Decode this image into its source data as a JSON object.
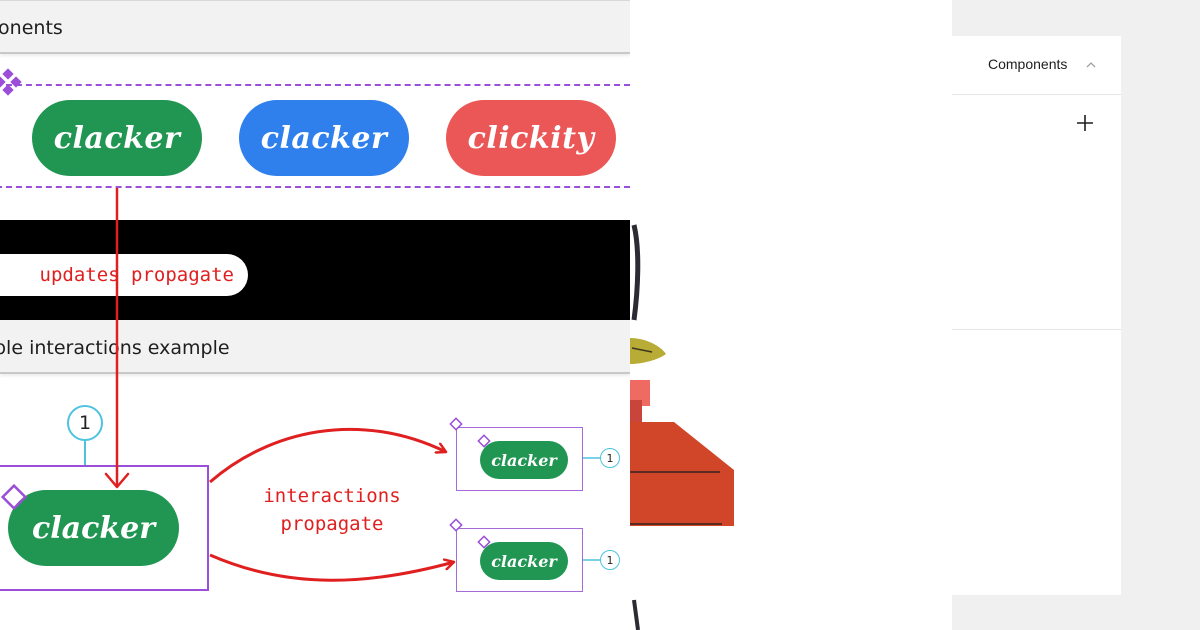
{
  "canvas": {
    "components_section": {
      "title": "ponents"
    },
    "variants": [
      {
        "label": "clacker",
        "color": "#219653"
      },
      {
        "label": "clacker",
        "color": "#2f80ed"
      },
      {
        "label": "clickity",
        "color": "#eb5757"
      }
    ],
    "updates_label": "updates propagate",
    "interactions_section": {
      "title": "ble interactions example"
    },
    "main_instance": {
      "label": "clacker",
      "badge": "1"
    },
    "interactions_label_line1": "interactions",
    "interactions_label_line2": "propagate",
    "instances": [
      {
        "label": "clacker",
        "badge": "1"
      },
      {
        "label": "clacker",
        "badge": "1"
      }
    ],
    "colors": {
      "component_frame": "#9b4fd9",
      "arrow": "#e02020",
      "badge_border": "#4ec3e0"
    }
  },
  "panel": {
    "title": "Components",
    "collapse_icon": "chevron-up-icon",
    "add_icon": "plus-icon"
  }
}
